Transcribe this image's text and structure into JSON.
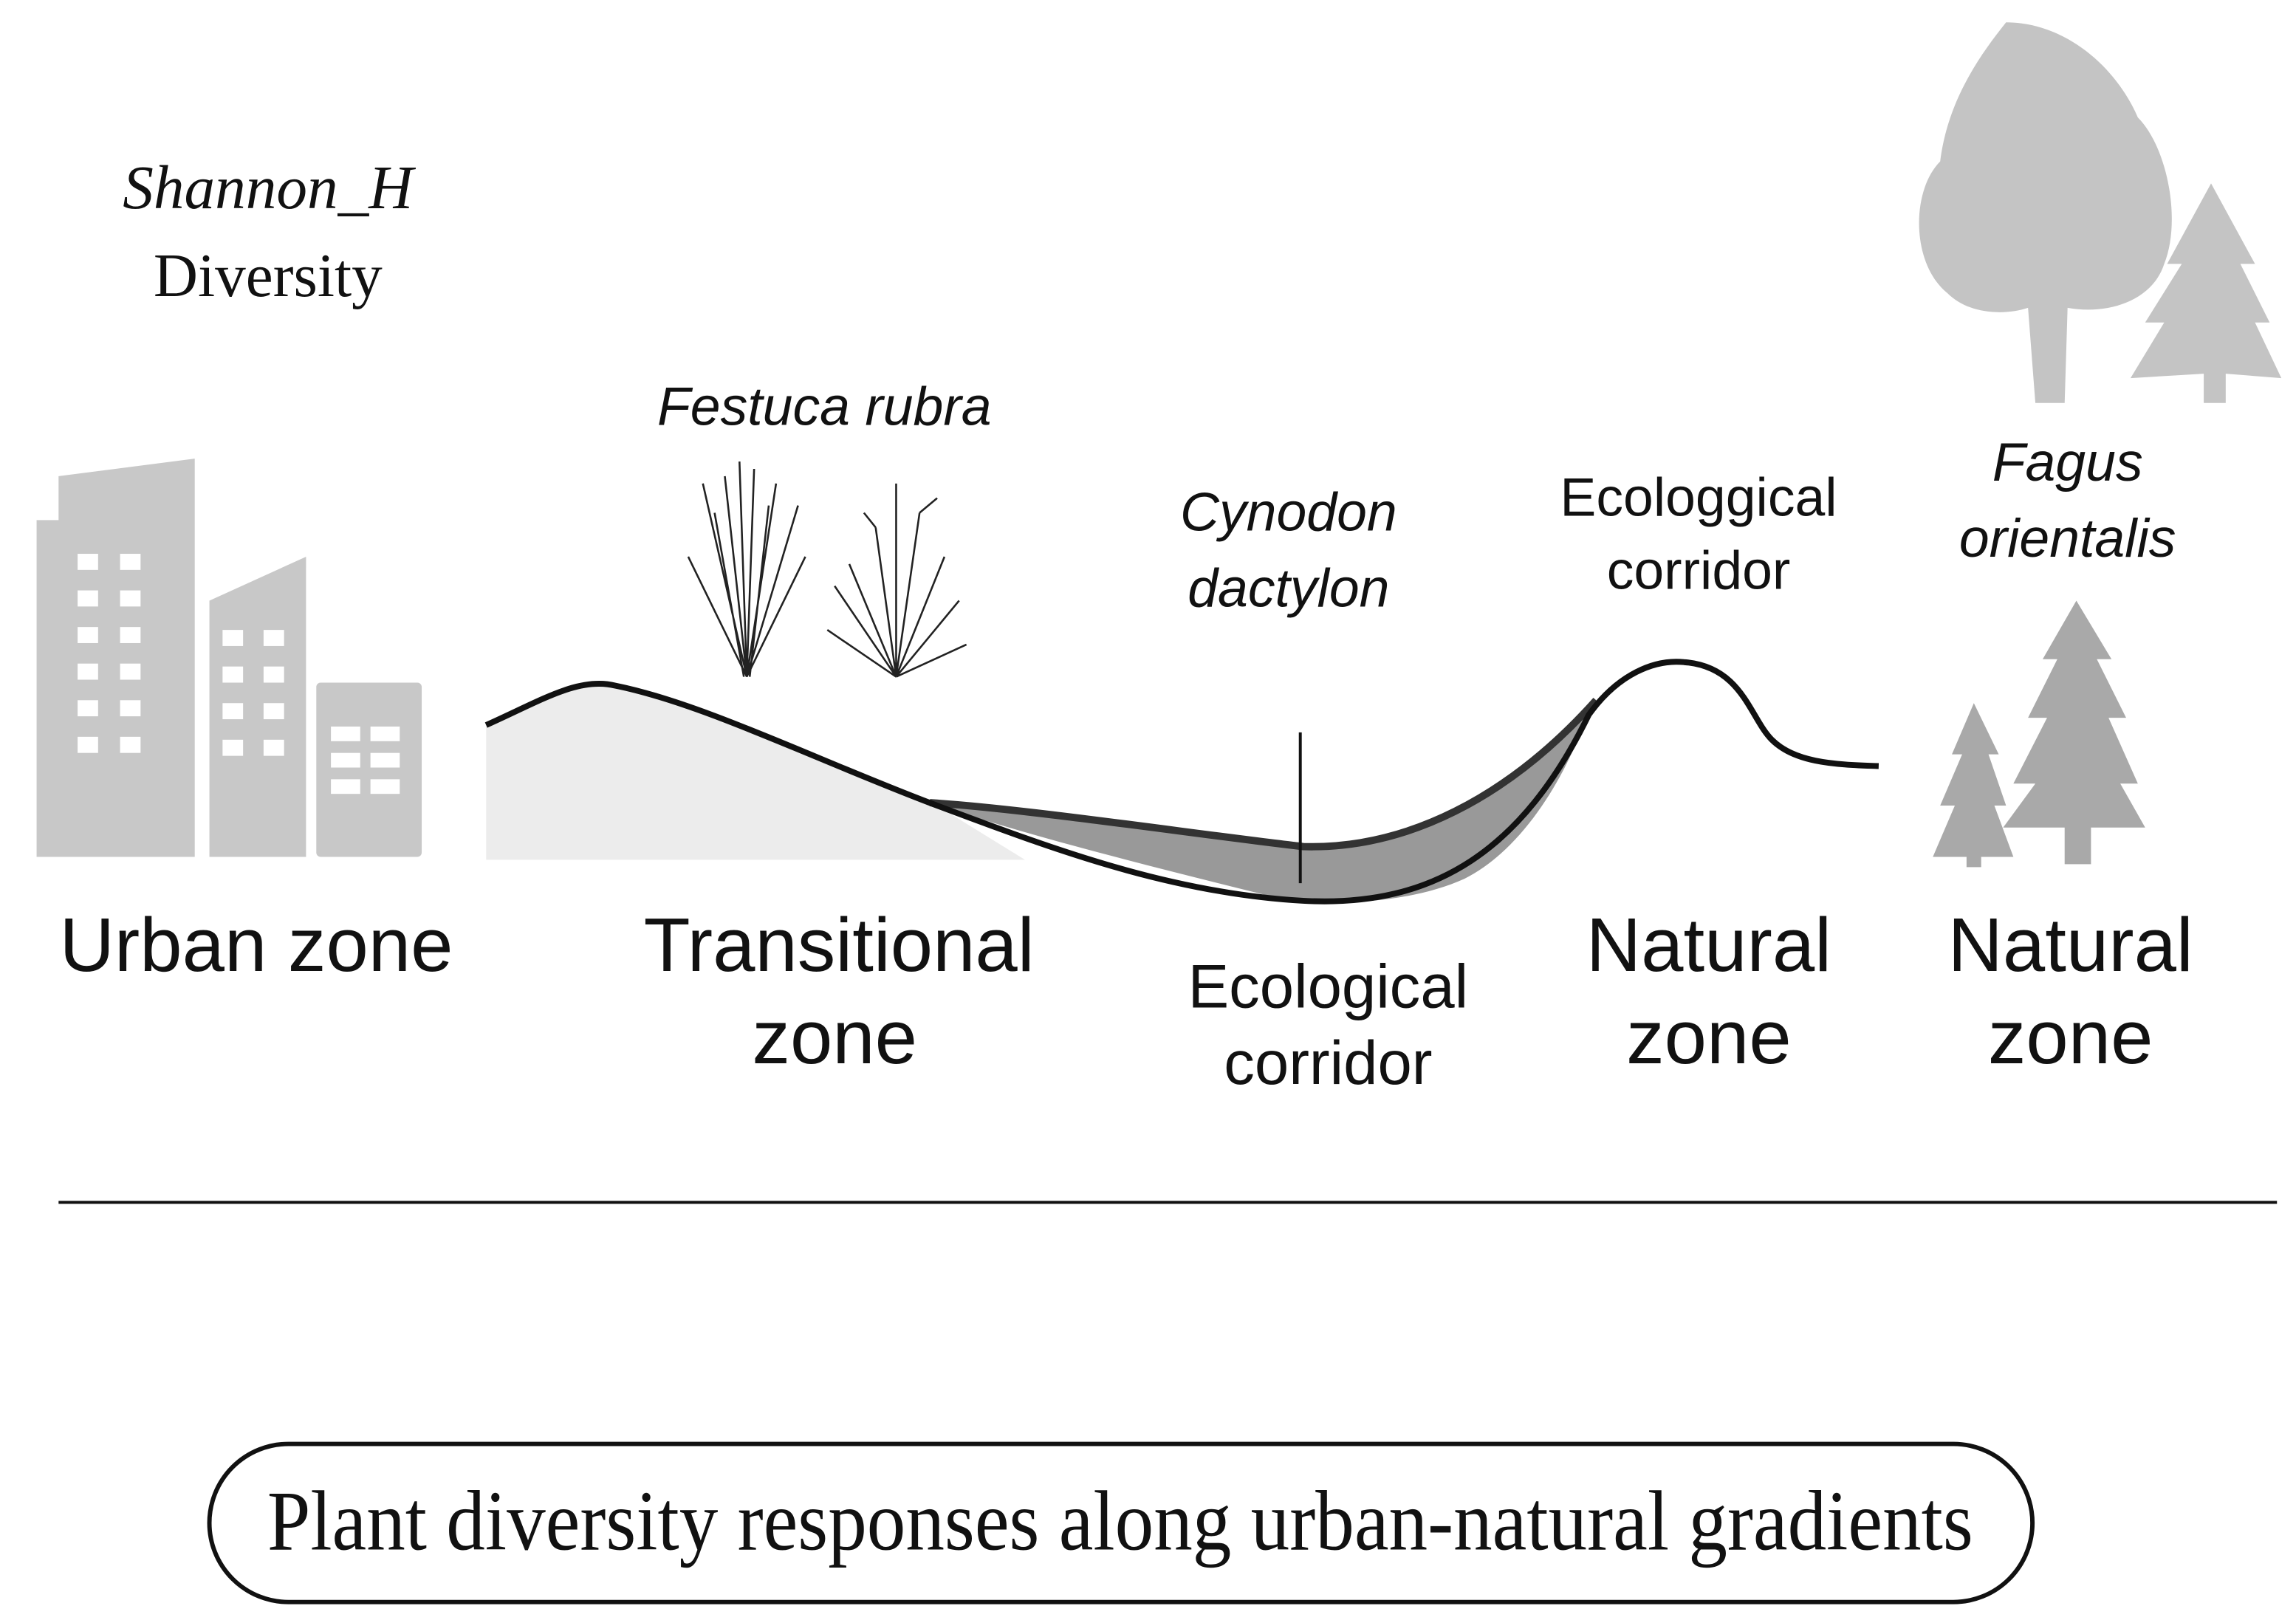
{
  "axis_label": {
    "metric": "Shannon_H",
    "name": "Diversity"
  },
  "species": {
    "transitional": "Festuca rubra",
    "corridor": [
      "Cynodon",
      "dactylon"
    ],
    "natural": [
      "Fagus",
      "orientalis"
    ]
  },
  "annotations": {
    "upper_corridor": [
      "Ecologgical",
      "corridor"
    ]
  },
  "zones": {
    "urban": "Urban zone",
    "transitional": [
      "Transitional",
      "zone"
    ],
    "corridor": [
      "Ecological",
      "corridor"
    ],
    "natural1": [
      "Natural",
      "zone"
    ],
    "natural2": [
      "Natural",
      "zone"
    ]
  },
  "title": "Plant diversity responses along urban-natural gradients",
  "colors": {
    "icon_gray": "#c8c8c8",
    "tree_gray": "#a9a9a9",
    "fill_light": "#ececec",
    "fill_dark": "#999999",
    "line": "#111111"
  }
}
